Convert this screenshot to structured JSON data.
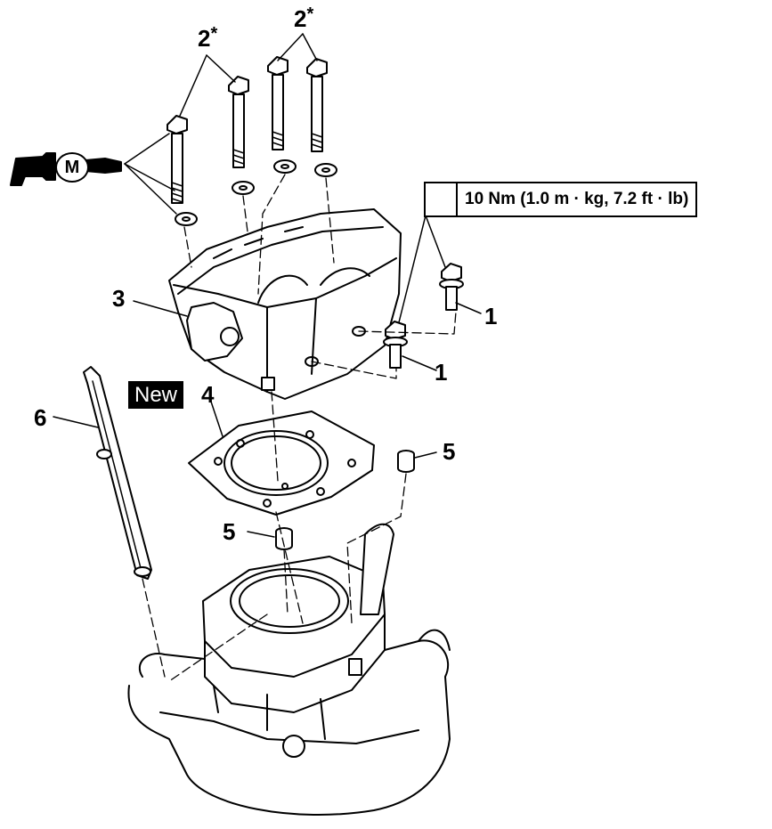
{
  "labels": {
    "bolt_small": "1",
    "bolt_small_b": "1",
    "bolt_long": "2",
    "bolt_long_b": "2",
    "asterisk": "*",
    "cylinder_head": "3",
    "gasket": "4",
    "dowel": "5",
    "dowel_b": "5",
    "chain_guide": "6"
  },
  "new_badge": "New",
  "torque_spec": "10 Nm (1.0 m · kg, 7.2 ft · lb)",
  "lubricant_symbol": "M",
  "icons": [
    "torque-wrench-icon",
    "oil-can-icon"
  ]
}
